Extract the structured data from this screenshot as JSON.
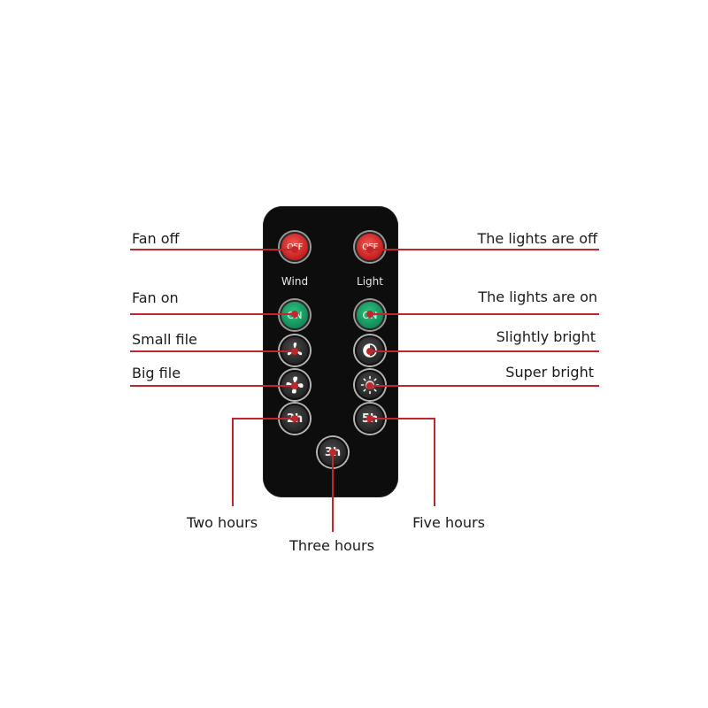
{
  "remote": {
    "column_wind": "Wind",
    "column_light": "Light",
    "btn_off_text": "OFF",
    "btn_on_text": "ON",
    "btn_2h_text": "2h",
    "btn_3h_text": "3h",
    "btn_5h_text": "5h"
  },
  "labels": {
    "fan_off": "Fan off",
    "fan_on": "Fan on",
    "small_file": "Small file",
    "big_file": "Big file",
    "lights_off": "The lights are off",
    "lights_on": "The lights are on",
    "slightly_bright": "Slightly bright",
    "super_bright": "Super bright",
    "two_hours": "Two hours",
    "three_hours": "Three hours",
    "five_hours": "Five hours"
  },
  "colors": {
    "leader": "#c0262b",
    "off_red": "#d52a25",
    "on_green": "#1fa86a",
    "remote_body": "#0d0d0d"
  },
  "icons": {
    "small_fan": "fan-icon",
    "big_fan": "fan-icon",
    "slightly_bright": "half-sun-icon",
    "super_bright": "sun-icon"
  }
}
